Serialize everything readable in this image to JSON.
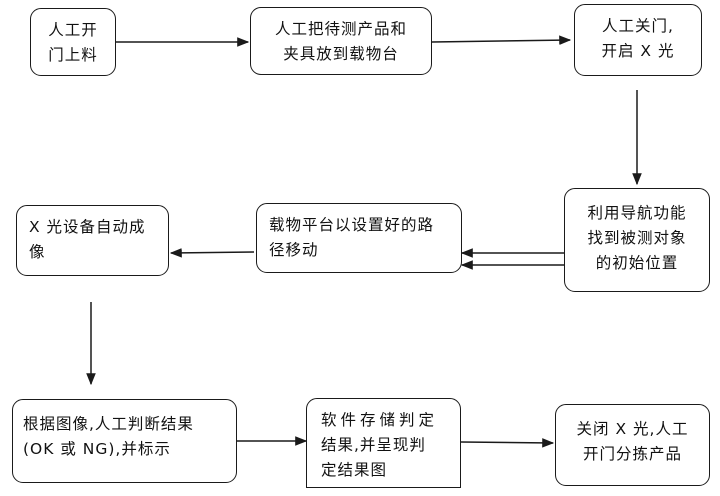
{
  "steps": [
    {
      "id": "s1",
      "lines": [
        "人工开",
        "门上料"
      ]
    },
    {
      "id": "s2",
      "lines": [
        "人工把待测产品和",
        "夹具放到载物台"
      ]
    },
    {
      "id": "s3",
      "lines": [
        "人工关门,",
        "开启 X 光"
      ]
    },
    {
      "id": "s4",
      "lines": [
        "利用导航功能",
        "找到被测对象",
        "的初始位置"
      ]
    },
    {
      "id": "s5",
      "lines": [
        "载物平台以设置好的路",
        "径移动"
      ]
    },
    {
      "id": "s6",
      "lines": [
        "X 光设备自动成",
        "像"
      ]
    },
    {
      "id": "s7",
      "lines": [
        "根据图像,人工判断结果",
        "(OK 或 NG),并标示"
      ]
    },
    {
      "id": "s8",
      "lines": [
        "软件存储判定",
        "结果,并呈现判",
        "定结果图"
      ]
    },
    {
      "id": "s9",
      "lines": [
        "关闭 X 光,人工",
        "开门分拣产品"
      ]
    }
  ],
  "colors": {
    "stroke": "#1a1a1a",
    "text": "#111111",
    "background": "#ffffff"
  }
}
